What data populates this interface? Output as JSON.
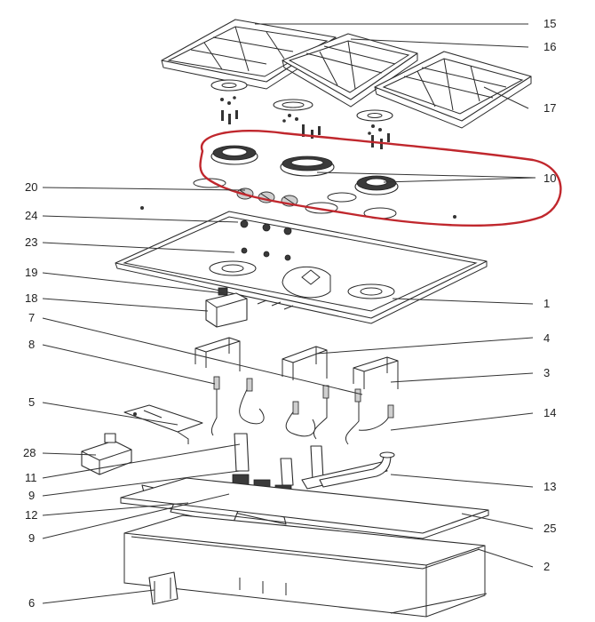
{
  "labels": {
    "l1": "1",
    "l2": "2",
    "l3": "3",
    "l4": "4",
    "l5": "5",
    "l6": "6",
    "l7": "7",
    "l8": "8",
    "l9a": "9",
    "l9b": "9",
    "l10": "10",
    "l11": "11",
    "l12": "12",
    "l13": "13",
    "l14": "14",
    "l15": "15",
    "l16": "16",
    "l17": "17",
    "l18": "18",
    "l19": "19",
    "l20": "20",
    "l23": "23",
    "l24": "24",
    "l25": "25",
    "l28": "28"
  },
  "colors": {
    "highlight": "#c0272d",
    "line": "#333333",
    "background": "#ffffff"
  }
}
